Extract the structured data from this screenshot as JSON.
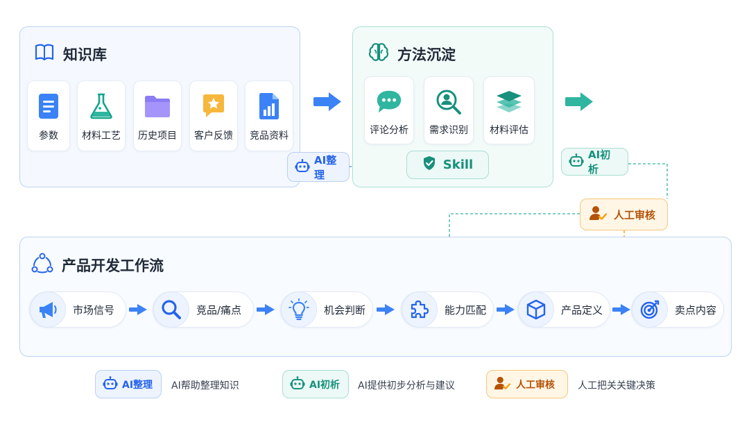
{
  "knowledge_base": {
    "title": "知识库",
    "items": [
      {
        "label": "参数",
        "icon": "document-icon"
      },
      {
        "label": "材料工艺",
        "icon": "flask-icon"
      },
      {
        "label": "历史项目",
        "icon": "folder-icon"
      },
      {
        "label": "客户反馈",
        "icon": "feedback-star-icon"
      },
      {
        "label": "竞品资料",
        "icon": "report-chart-icon"
      }
    ]
  },
  "method": {
    "title": "方法沉淀",
    "items": [
      {
        "label": "评论分析",
        "icon": "chat-bubble-icon"
      },
      {
        "label": "需求识别",
        "icon": "user-search-icon"
      },
      {
        "label": "材料评估",
        "icon": "layers-icon"
      }
    ],
    "skill_label": "Skill"
  },
  "tags": {
    "ai_organize": "AI整理",
    "ai_analyze": "AI初析",
    "human_review": "人工审核"
  },
  "workflow": {
    "title": "产品开发工作流",
    "steps": [
      {
        "label": "市场信号",
        "icon": "megaphone-icon"
      },
      {
        "label": "竞品/痛点",
        "icon": "search-icon"
      },
      {
        "label": "机会判断",
        "icon": "lightbulb-icon"
      },
      {
        "label": "能力匹配",
        "icon": "puzzle-icon"
      },
      {
        "label": "产品定义",
        "icon": "cube-icon"
      },
      {
        "label": "卖点内容",
        "icon": "target-icon"
      }
    ]
  },
  "legend": [
    {
      "tag": "AI整理",
      "desc": "AI帮助整理知识"
    },
    {
      "tag": "AI初析",
      "desc": "AI提供初步分析与建议"
    },
    {
      "tag": "人工审核",
      "desc": "人工把关关键决策"
    }
  ],
  "colors": {
    "blue": "#2563eb",
    "teal": "#17907c",
    "orange": "#f59e0b"
  }
}
